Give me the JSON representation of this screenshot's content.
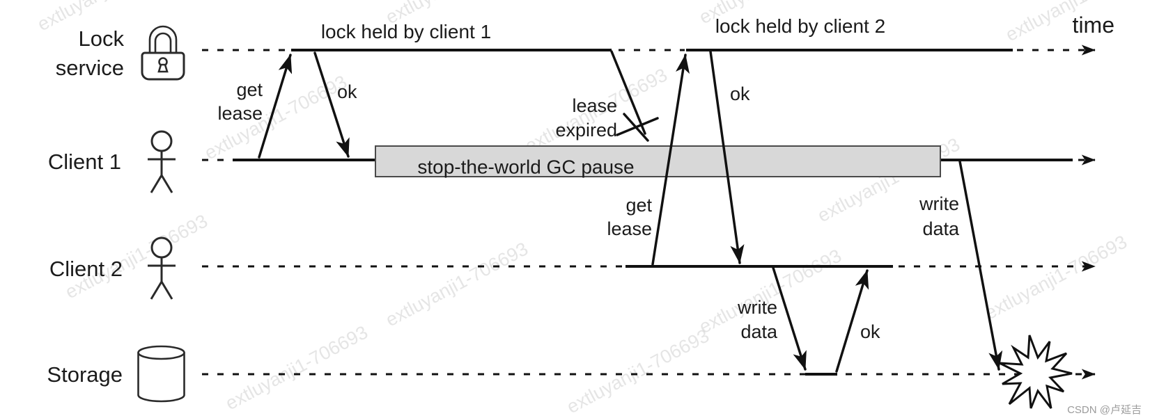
{
  "colors": {
    "ink": "#111111",
    "gc_box_fill": "#d8d8d8",
    "gc_box_border": "#4a4a4a",
    "watermark": "#d0d0d0",
    "credit_text": "#9b9b9b"
  },
  "lanes": {
    "lock_service": {
      "line1": "Lock",
      "line2": "service"
    },
    "client1": {
      "label": "Client 1"
    },
    "client2": {
      "label": "Client 2"
    },
    "storage": {
      "label": "Storage"
    }
  },
  "annotations": {
    "lock_held_by_client1": "lock held by client 1",
    "lock_held_by_client2": "lock held by client 2",
    "time_axis": "time"
  },
  "gc_pause": {
    "label": "stop-the-world GC pause"
  },
  "messages": {
    "client1_get_lease": {
      "line1": "get",
      "line2": "lease"
    },
    "client1_ok": "ok",
    "lease_expired": {
      "line1": "lease",
      "line2": "expired"
    },
    "client2_get_lease": {
      "line1": "get",
      "line2": "lease"
    },
    "client2_ok": "ok",
    "client2_write_data": {
      "line1": "write",
      "line2": "data"
    },
    "client2_write_ok": "ok",
    "client1_write_data": {
      "line1": "write",
      "line2": "data"
    }
  },
  "watermark": {
    "diagonal": "extluyanji1-706693",
    "credit": "CSDN @卢延吉"
  }
}
